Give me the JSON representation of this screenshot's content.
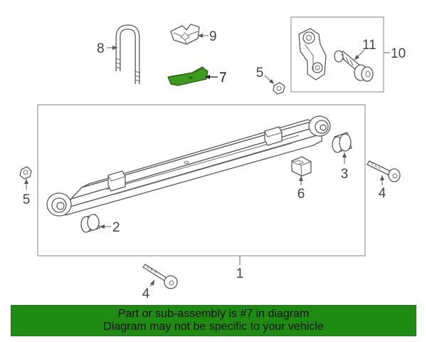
{
  "colors": {
    "highlight_part": "#3d9a1f",
    "banner_bg": "#1f8b12",
    "line": "#7a7a7a",
    "text": "#444444"
  },
  "callouts": {
    "c1": "1",
    "c2": "2",
    "c3": "3",
    "c4_right": "4",
    "c4_bottom": "4",
    "c5_left": "5",
    "c5_top": "5",
    "c6": "6",
    "c7": "7",
    "c8": "8",
    "c9": "9",
    "c10": "10",
    "c11": "11"
  },
  "banner": {
    "line1": "Part or sub-assembly is #7 in diagram",
    "line2": "Diagram may not be specific to your vehicle"
  }
}
